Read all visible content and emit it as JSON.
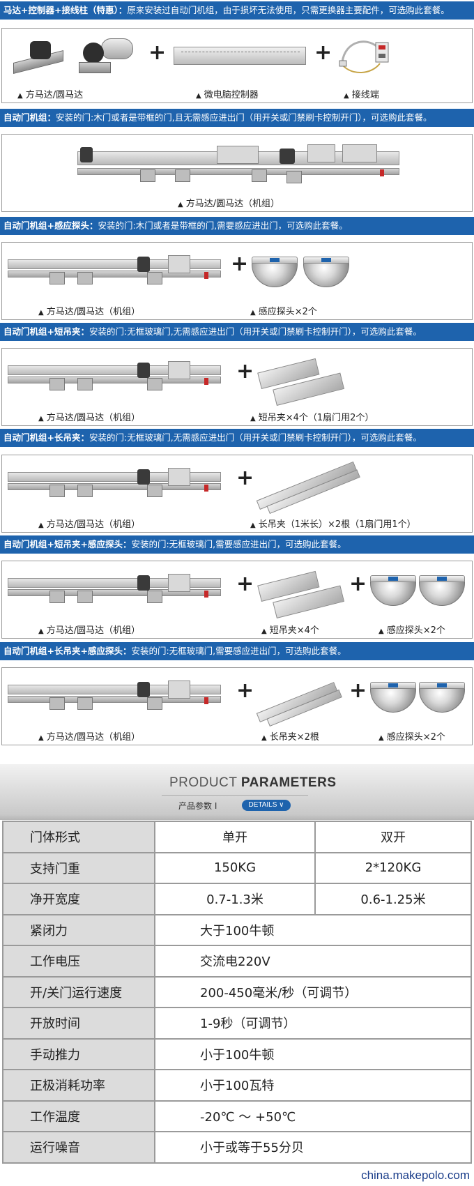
{
  "sections": [
    {
      "title": "马达+控制器+接线柱（特惠）：",
      "desc": "原来安装过自动门机组，由于损坏无法使用，只需更换器主要配件，可选购此套餐。",
      "captions": [
        "方马达/圆马达",
        "微电脑控制器",
        "接线端"
      ]
    },
    {
      "title": "自动门机组：",
      "desc": "安装的门:木门或者是带框的门,且无需感应进出门（用开关或门禁刷卡控制开门），可选购此套餐。",
      "captions": [
        "方马达/圆马达（机组）"
      ]
    },
    {
      "title": "自动门机组+感应探头：",
      "desc": "安装的门:木门或者是带框的门,需要感应进出门，可选购此套餐。",
      "captions": [
        "方马达/圆马达（机组）",
        "感应探头×2个"
      ]
    },
    {
      "title": "自动门机组+短吊夹：",
      "desc": "安装的门:无框玻璃门,无需感应进出门（用开关或门禁刷卡控制开门），可选购此套餐。",
      "captions": [
        "方马达/圆马达（机组）",
        "短吊夹×4个（1扇门用2个）"
      ]
    },
    {
      "title": "自动门机组+长吊夹：",
      "desc": "安装的门:无框玻璃门,无需感应进出门（用开关或门禁刷卡控制开门），可选购此套餐。",
      "captions": [
        "方马达/圆马达（机组）",
        "长吊夹（1米长）×2根（1扇门用1个）"
      ]
    },
    {
      "title": "自动门机组+短吊夹+感应探头：",
      "desc": "安装的门:无框玻璃门,需要感应进出门，可选购此套餐。",
      "captions": [
        "方马达/圆马达（机组）",
        "短吊夹×4个",
        "感应探头×2个"
      ]
    },
    {
      "title": "自动门机组+长吊夹+感应探头：",
      "desc": "安装的门:无框玻璃门,需要感应进出门，可选购此套餐。",
      "captions": [
        "方马达/圆马达（机组）",
        "长吊夹×2根",
        "感应探头×2个"
      ]
    }
  ],
  "plus_sign": "+",
  "triangle": "▲",
  "params": {
    "title_light": "PRODUCT ",
    "title_bold": "PARAMETERS",
    "subtitle": "产品参数 I",
    "details_label": "DETAILS ∨",
    "header": [
      "门体形式",
      "单开",
      "双开"
    ],
    "rows": [
      [
        "支持门重",
        "150KG",
        "2*120KG"
      ],
      [
        "净开宽度",
        "0.7-1.3米",
        "0.6-1.25米"
      ],
      [
        "紧闭力",
        "大于100牛顿"
      ],
      [
        "工作电压",
        "交流电220V"
      ],
      [
        "开/关门运行速度",
        "200-450毫米/秒（可调节）"
      ],
      [
        "开放时间",
        "1-9秒（可调节）"
      ],
      [
        "手动推力",
        "小于100牛顿"
      ],
      [
        "正极消耗功率",
        "小于100瓦特"
      ],
      [
        "工作温度",
        "-20℃ ～ +50℃"
      ],
      [
        "运行噪音",
        "小于或等于55分贝"
      ]
    ]
  },
  "footer": "china.makepolo.com",
  "colors": {
    "banner": "#1e63ad",
    "border": "#9a9a9a",
    "key_cell": "#dcdcdc"
  }
}
